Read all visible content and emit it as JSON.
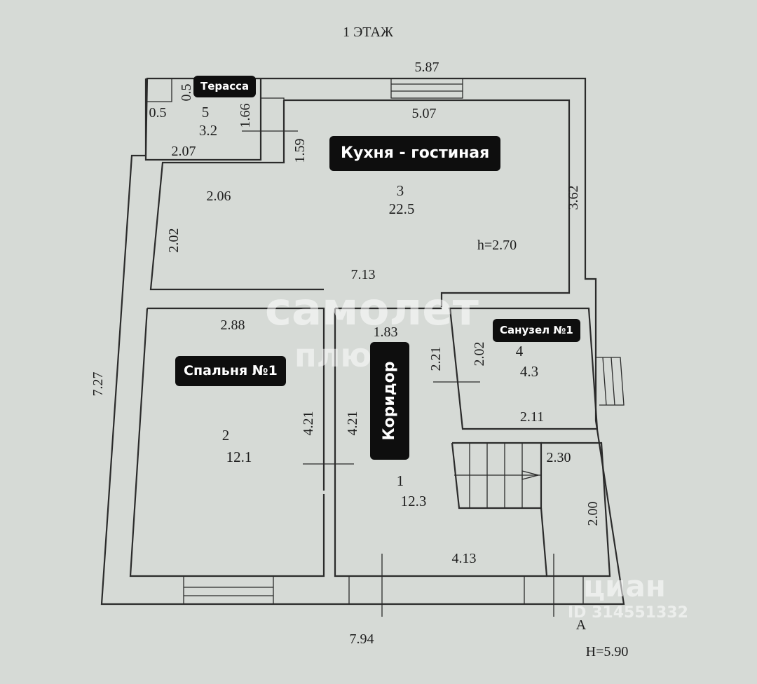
{
  "floor_title": "1 ЭТАЖ",
  "rooms": {
    "terrace": {
      "label": "Терасса",
      "number": "5",
      "area": "3.2"
    },
    "kitchen": {
      "label": "Кухня - гостиная",
      "number": "3",
      "area": "22.5",
      "height": "h=2.70"
    },
    "bedroom": {
      "label": "Спальня №1",
      "number": "2",
      "area": "12.1"
    },
    "corridor": {
      "label": "Коридор",
      "number": "1",
      "area": "12.3"
    },
    "bathroom": {
      "label": "Санузел №1",
      "number": "4",
      "area": "4.3"
    }
  },
  "dimensions": {
    "top_overall": "5.87",
    "left_overall": "7.27",
    "bottom_overall": "7.94",
    "terrace_small_v": "0.5",
    "terrace_small_h": "0.5",
    "terrace_side": "1.66",
    "terrace_width": "2.07",
    "kitchen_top": "5.07",
    "kitchen_step": "1.59",
    "kitchen_left_top": "2.06",
    "kitchen_left_side": "2.02",
    "kitchen_right": "3.62",
    "kitchen_bottom": "7.13",
    "bedroom_top": "2.88",
    "bedroom_right": "4.21",
    "corridor_left": "4.21",
    "corridor_top": "1.83",
    "corridor_bottom": "4.13",
    "bath_left_outer": "2.21",
    "bath_left_inner": "2.02",
    "bath_bottom": "2.11",
    "stair_top": "2.30",
    "stair_right": "2.00"
  },
  "section_mark": "A",
  "total_height": "H=5.90",
  "watermarks": {
    "brand_main": "самолет",
    "brand_sub": "плюс",
    "site": "циан",
    "listing_id": "ID 314551332"
  },
  "colors": {
    "background": "#d6dad6",
    "line": "#2b2b2b",
    "label_bg": "#0e0e0e",
    "label_text": "#ffffff"
  }
}
